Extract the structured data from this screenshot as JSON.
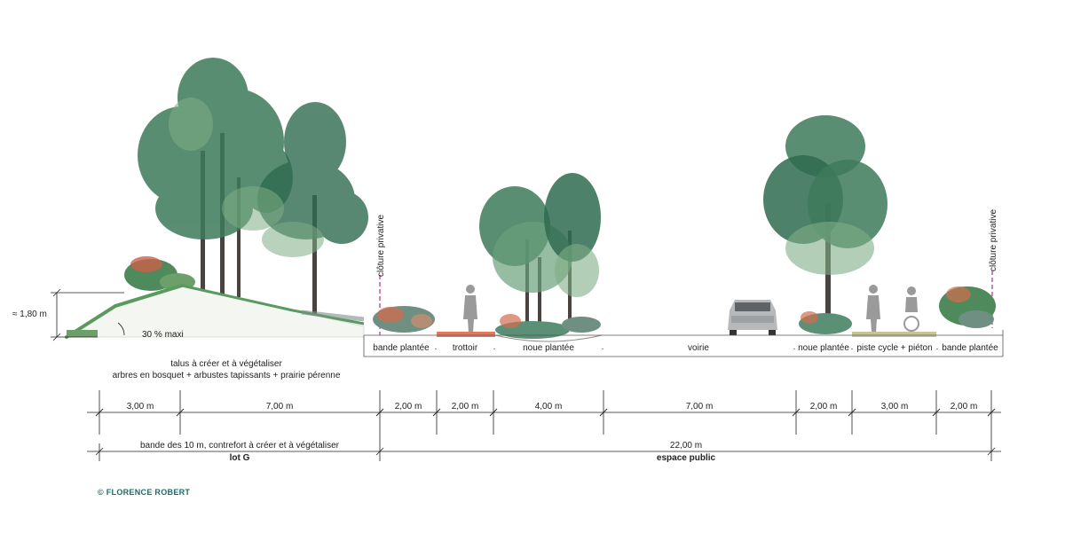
{
  "slope": {
    "height_label": "≈ 1,80 m",
    "grade_label": "30 % maxi",
    "caption_line1": "talus à créer et à végétaliser",
    "caption_line2": "arbres en bosquet + arbustes tapissants + prairie pérenne"
  },
  "fences": {
    "left_label": "clôture privative",
    "right_label": "clôture privative"
  },
  "profile": {
    "bande_plantee_left": "bande plantée",
    "trottoir": "trottoir",
    "noue_plantee_left": "noue plantée",
    "voirie": "voirie",
    "noue_plantee_right": "noue plantée",
    "piste": "piste cycle + piéton",
    "bande_plantee_right": "bande plantée"
  },
  "dimensions": {
    "lot_3m": "3,00 m",
    "lot_7m": "7,00 m",
    "bande_left": "2,00 m",
    "trottoir": "2,00 m",
    "noue_left": "4,00 m",
    "voirie": "7,00 m",
    "noue_right": "2,00 m",
    "piste": "3,00 m",
    "bande_right": "2,00 m",
    "lot_total_caption": "bande des 10 m, contrefort à créer et à végétaliser",
    "public_total": "22,00 m"
  },
  "zones": {
    "lot": "lot G",
    "public": "espace public"
  },
  "credit": "© FLORENCE ROBERT",
  "colors": {
    "foliage_dark": "#2f6b4f",
    "foliage_light": "#7fae86",
    "trunk": "#4a4440",
    "grass": "#5b9a5e",
    "sidewalk": "#e07a5f",
    "bike_path": "#c9c39a",
    "fence_line": "#b0308a",
    "credit": "#1f6b64"
  }
}
